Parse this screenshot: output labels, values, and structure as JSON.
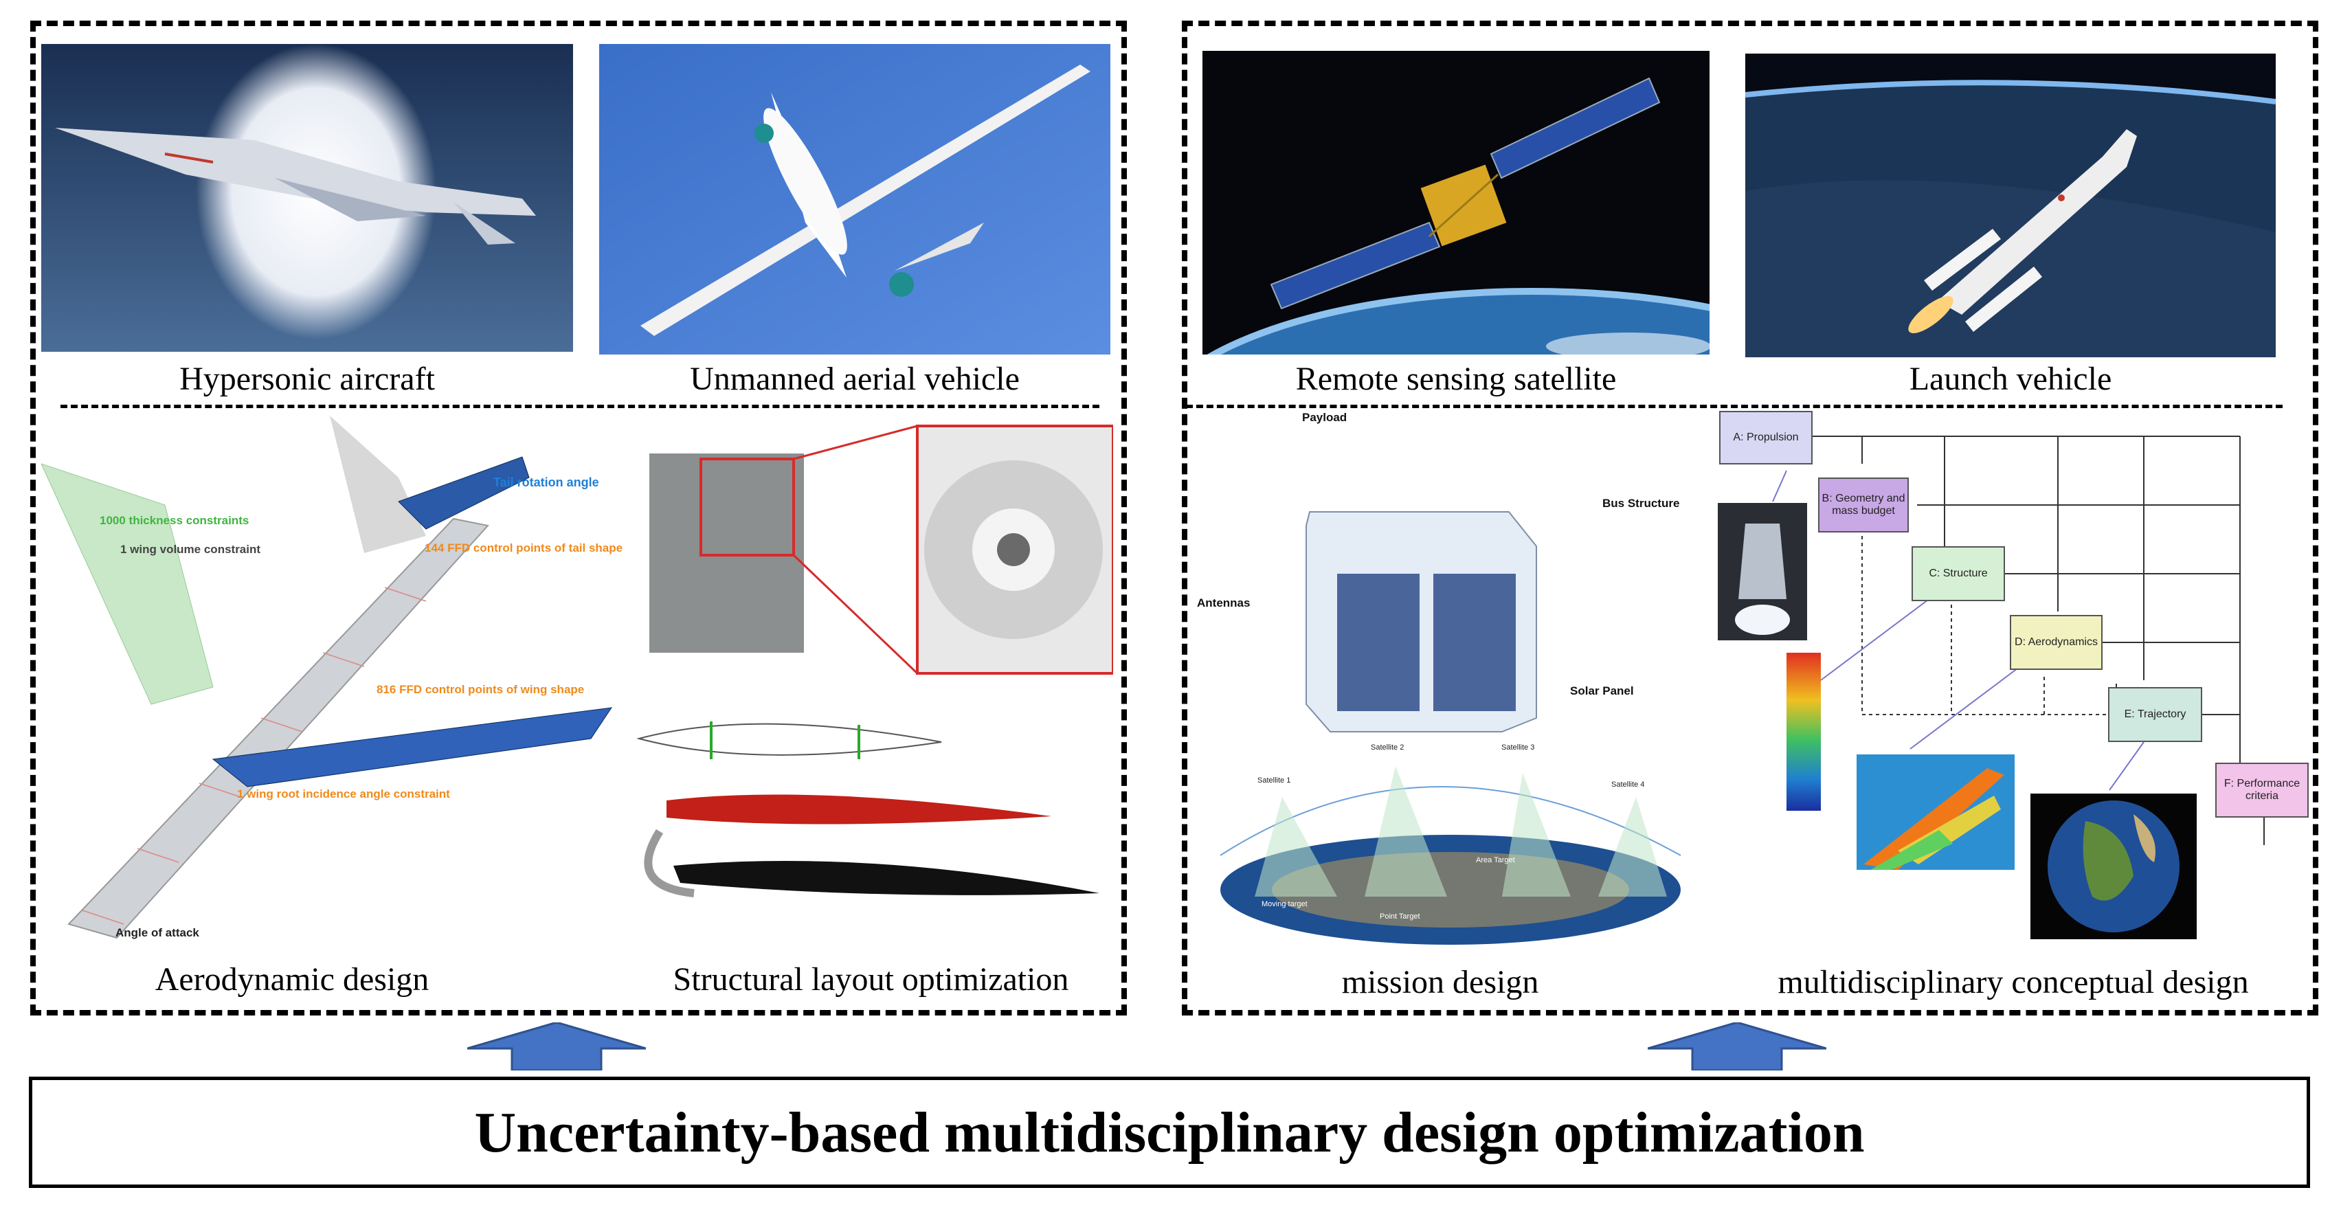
{
  "captions": {
    "hypersonic": "Hypersonic aircraft",
    "uav": "Unmanned aerial vehicle",
    "satellite": "Remote sensing satellite",
    "launch": "Launch vehicle",
    "aero": "Aerodynamic design",
    "structural": "Structural layout optimization",
    "mission": "mission design",
    "mdo": "multidisciplinary conceptual design"
  },
  "title": "Uncertainty-based multidisciplinary design optimization",
  "aero_labels": {
    "thickness": "1000 thickness constraints",
    "volume": "1 wing volume constraint",
    "tail_rotation": "Tail rotation angle",
    "tail_ffd": "144 FFD control points of tail shape",
    "wing_ffd": "816 FFD control points of wing shape",
    "root_incidence": "1 wing root incidence angle constraint",
    "aoa": "Angle of attack"
  },
  "satellite_labels": {
    "payload": "Payload",
    "bus": "Bus Structure",
    "antennas": "Antennas",
    "solar": "Solar Panel",
    "sat1": "Satellite 1",
    "sat2": "Satellite 2",
    "sat3": "Satellite 3",
    "sat4": "Satellite 4",
    "moving": "Moving target",
    "point": "Point Target",
    "area": "Area Target"
  },
  "mdo_boxes": {
    "a": "A: Propulsion",
    "b": "B: Geometry and mass budget",
    "c": "C: Structure",
    "d": "D: Aerodynamics",
    "e": "E: Trajectory",
    "f": "F: Performance criteria"
  },
  "colors": {
    "arrow_fill": "#4472c4",
    "box_a": "#d8d8f4",
    "box_b": "#c9a8e6",
    "box_c": "#d6f0d6",
    "box_d": "#f2f2c0",
    "box_e": "#cfe8e0",
    "box_f": "#f2c4ea",
    "green_label": "#3fb53f",
    "orange_label": "#f08a1c",
    "blue_label": "#1e7fd8"
  }
}
